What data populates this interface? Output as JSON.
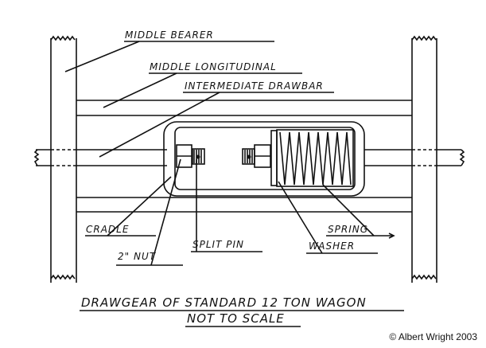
{
  "labels": {
    "middle_bearer": "MIDDLE BEARER",
    "middle_longitudinal": "MIDDLE LONGITUDINAL",
    "intermediate_drawbar": "INTERMEDIATE DRAWBAR",
    "cradle": "CRADLE",
    "nut": "2\" NUT",
    "split_pin": "SPLIT PIN",
    "spring": "SPRING",
    "washer": "WASHER"
  },
  "title": {
    "line1": "DRAWGEAR OF STANDARD 12 TON WAGON",
    "line2": "NOT TO SCALE"
  },
  "copyright": "© Albert Wright 2003"
}
